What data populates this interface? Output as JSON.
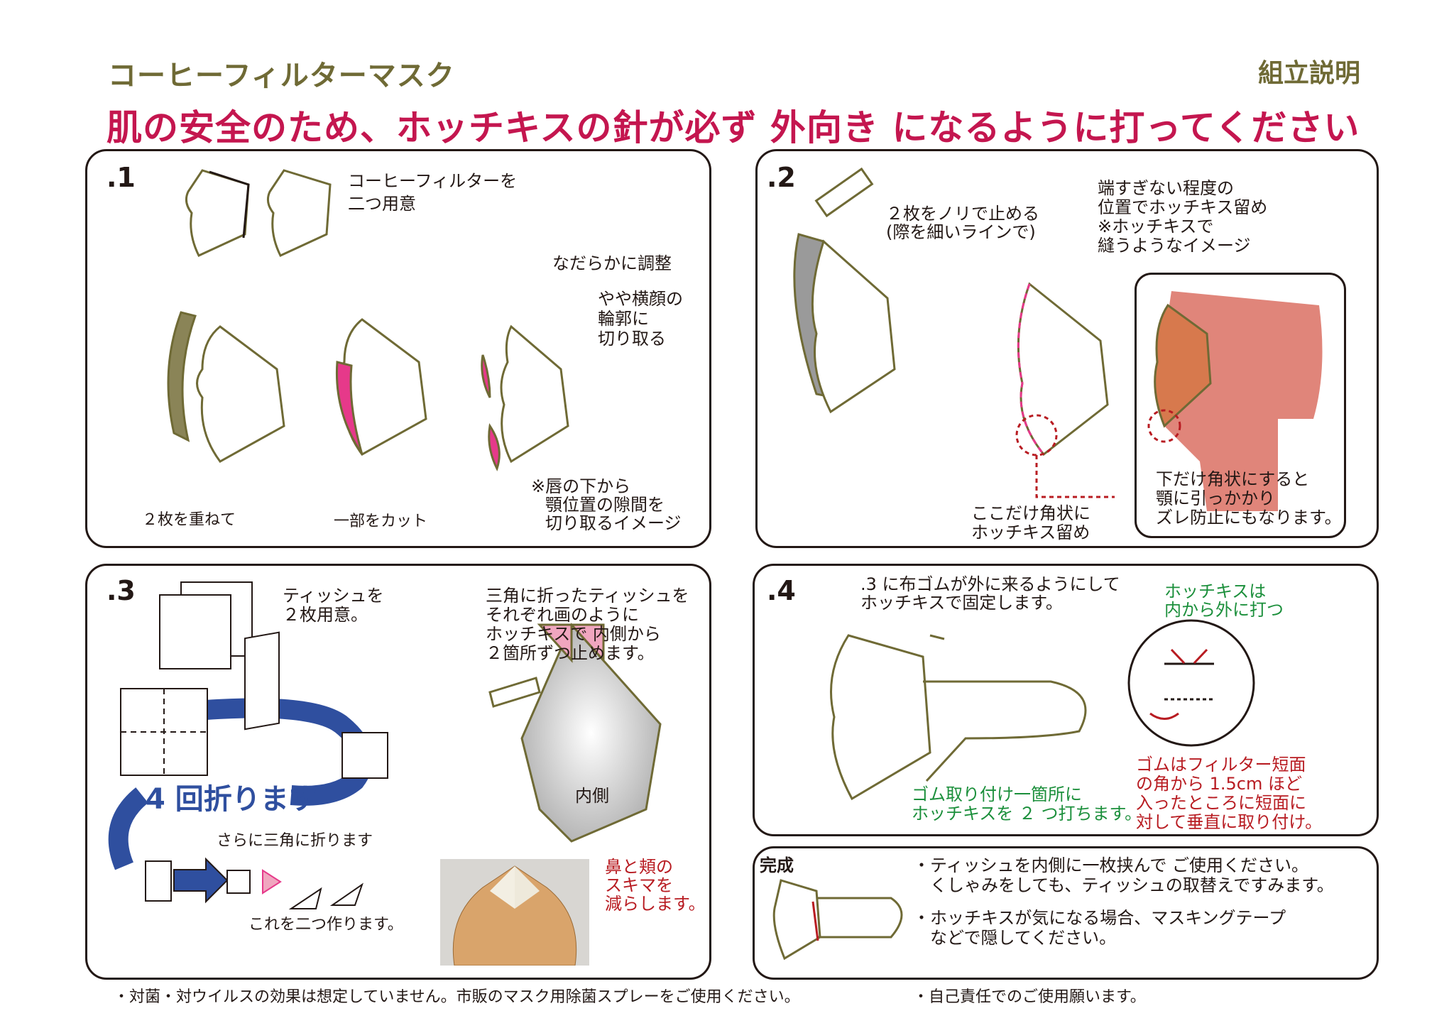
{
  "header": {
    "title": "コーヒーフィルターマスク",
    "subtitle_right": "組立説明",
    "warning": "肌の安全のため、ホッチキスの針が必ず 外向き になるように打ってください"
  },
  "step1": {
    "num": ".1",
    "prep": [
      "コーヒーフィルターを",
      "二つ用意"
    ],
    "adjust": "なだらかに調整",
    "trim": [
      "やや横顔の",
      "輪郭に",
      "切り取る"
    ],
    "overlap": "２枚を重ねて",
    "cut": "一部をカット",
    "note": [
      "※唇の下から",
      "顎位置の隙間を",
      "切り取るイメージ"
    ]
  },
  "step2": {
    "num": ".2",
    "glue": [
      "２枚をノリで止める",
      "(際を細いラインで)"
    ],
    "staple": [
      "端すぎない程度の",
      "位置でホッチキス留め",
      "※ホッチキスで",
      "縫うようなイメージ"
    ],
    "corner": [
      "ここだけ角状に",
      "ホッチキス留め"
    ],
    "chin": [
      "下だけ角状にすると",
      "顎に引っかかり",
      "ズレ防止にもなります。"
    ]
  },
  "step3": {
    "num": ".3",
    "tissue": [
      "ティッシュを",
      "２枚用意。"
    ],
    "fold_tri": [
      "三角に折ったティッシュを",
      "それぞれ画のように",
      "ホッチキスで 内側から",
      "２箇所ずつ止めます。"
    ],
    "fold4": "4 回折ります",
    "triangle": "さらに三角に折ります",
    "make_two": "これを二つ作ります。",
    "inside": "内側",
    "gap": [
      "鼻と頬の",
      "スキマを",
      "減らします。"
    ]
  },
  "step4": {
    "num": ".4",
    "intro": [
      ".3 に布ゴムが外に来るようにして",
      "ホッチキスで固定します。"
    ],
    "direction": [
      "ホッチキスは",
      "内から外に打つ"
    ],
    "attach": [
      "ゴム取り付け一箇所に",
      "ホッチキスを ２ つ打ちます。"
    ],
    "position": [
      "ゴムはフィルター短面",
      "の角から 1.5cm ほど",
      "入ったところに短面に",
      "対して垂直に取り付け。"
    ]
  },
  "done": {
    "label": "完成",
    "note1": [
      "・ティッシュを内側に一枚挟んで ご使用ください。",
      "　くしゃみをしても、ティッシュの取替えですみます。"
    ],
    "note2": [
      "・ホッチキスが気になる場合、マスキングテープ",
      "　などで隠してください。"
    ]
  },
  "footer": {
    "left": "・対菌・対ウイルスの効果は想定していません。市販のマスク用除菌スプレーをご使用ください。",
    "right": "・自己責任でのご使用願います。"
  },
  "colors": {
    "olive": "#6f6a35",
    "warning": "#c4164f",
    "pink": "#e6398a",
    "arrow_blue": "#2f4f9f",
    "salmon": "#e0857a"
  }
}
